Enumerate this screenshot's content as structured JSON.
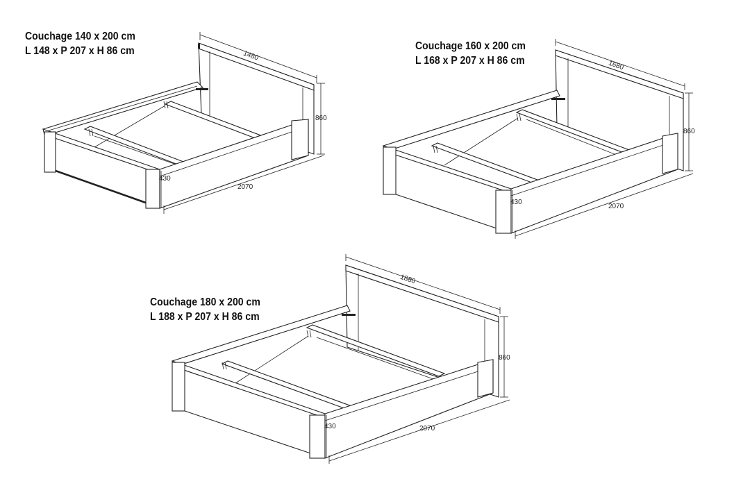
{
  "beds": [
    {
      "title": "Couchage 140 x 200 cm",
      "size": "L 148 x P 207 x H 86 cm",
      "width_dim": "1480",
      "height_dim": "860",
      "length_dim": "2070",
      "foot_dim": "430"
    },
    {
      "title": "Couchage 160 x 200 cm",
      "size": "L 168 x P 207 x H 86 cm",
      "width_dim": "1680",
      "height_dim": "860",
      "length_dim": "2070",
      "foot_dim": "430"
    },
    {
      "title": "Couchage 180 x 200 cm",
      "size": "L 188 x P 207 x H 86 cm",
      "width_dim": "1880",
      "height_dim": "860",
      "length_dim": "2070",
      "foot_dim": "430"
    }
  ]
}
